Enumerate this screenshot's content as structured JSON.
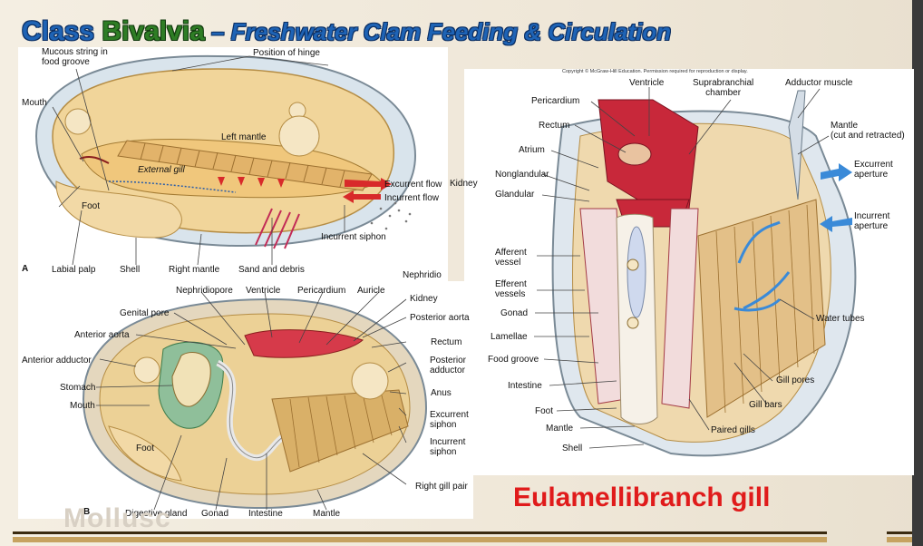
{
  "title": {
    "part1": "Class",
    "part2": "Bivalvia",
    "part3": " – Freshwater Clam Feeding & Circulation"
  },
  "panel_a": {
    "letter": "A",
    "labels": {
      "mucous_string": "Mucous string in\nfood groove",
      "position_hinge": "Position of hinge",
      "mouth": "Mouth",
      "left_mantle": "Left mantle",
      "external_gill": "External gill",
      "foot": "Foot",
      "excurrent_flow": "Excurrent flow",
      "incurrent_flow": "Incurrent flow",
      "incurrent_siphon": "Incurrent siphon",
      "labial_palp": "Labial palp",
      "shell": "Shell",
      "right_mantle": "Right mantle",
      "sand_debris": "Sand and debris"
    }
  },
  "panel_b": {
    "letter": "B",
    "labels": {
      "nephridio_cut": "Nephridio",
      "nephridiopore": "Nephridiopore",
      "ventricle": "Ventricle",
      "pericardium": "Pericardium",
      "auricle": "Auricle",
      "kidney": "Kidney",
      "genital_pore": "Genital pore",
      "posterior_aorta": "Posterior aorta",
      "anterior_aorta": "Anterior aorta",
      "rectum": "Rectum",
      "anterior_adductor": "Anterior adductor",
      "posterior_adductor": "Posterior\nadductor",
      "stomach": "Stomach",
      "anus": "Anus",
      "mouth": "Mouth",
      "excurrent_siphon": "Excurrent\nsiphon",
      "incurrent_siphon": "Incurrent\nsiphon",
      "foot": "Foot",
      "right_gill_pair": "Right gill pair",
      "digestive_gland": "Digestive gland",
      "gonad": "Gonad",
      "intestine": "Intestine",
      "mantle": "Mantle"
    }
  },
  "panel_c": {
    "copyright": "Copyright © McGraw-Hill Education. Permission required for reproduction or display.",
    "labels": {
      "ventricle": "Ventricle",
      "suprabranchial": "Suprabranchial\nchamber",
      "adductor_muscle": "Adductor muscle",
      "pericardium": "Pericardium",
      "rectum": "Rectum",
      "mantle_cut": "Mantle\n(cut and retracted)",
      "atrium": "Atrium",
      "excurrent_aperture": "Excurrent\naperture",
      "kidney": "Kidney",
      "nonglandular": "Nonglandular",
      "glandular": "Glandular",
      "incurrent_aperture": "Incurrent\naperture",
      "afferent_vessel": "Afferent\nvessel",
      "efferent_vessels": "Efferent\nvessels",
      "gonad": "Gonad",
      "water_tubes": "Water tubes",
      "lamellae": "Lamellae",
      "food_groove": "Food groove",
      "gill_pores": "Gill pores",
      "intestine": "Intestine",
      "gill_bars": "Gill bars",
      "foot": "Foot",
      "mantle": "Mantle",
      "paired_gills": "Paired gills",
      "shell": "Shell"
    }
  },
  "caption": "Eulamellibranch gill",
  "ghost_text": "Mollusc",
  "colors": {
    "title_blue": "#1e63b5",
    "title_green": "#2e7d25",
    "caption_red": "#e01b1b",
    "gill_red": "#c8283a",
    "shell_tan": "#e9c98e"
  }
}
